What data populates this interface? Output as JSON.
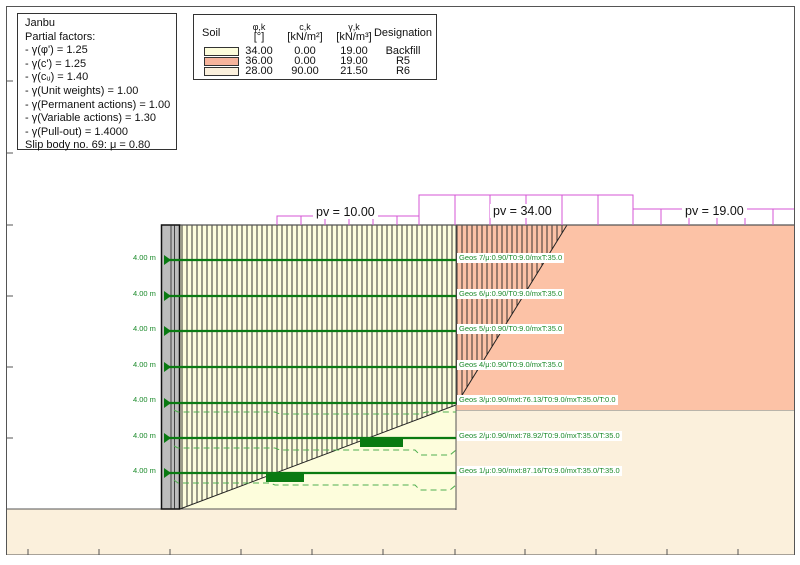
{
  "method_box": {
    "method": "Janbu",
    "heading": "Partial factors:",
    "factors": [
      "- γ(φ') = 1.25",
      "- γ(c') = 1.25",
      "- γ(cᵤ) = 1.40",
      "- γ(Unit weights) = 1.00",
      "- γ(Permanent actions) = 1.00",
      "- γ(Variable actions) = 1.30",
      "- γ(Pull-out) = 1.4000"
    ],
    "slip_body": "Slip body no. 69: μ = 0.80"
  },
  "soil_table": {
    "headers": {
      "soil": "Soil",
      "phi": "φ,k",
      "phi_unit": "[°]",
      "c": "c,k",
      "c_unit": "[kN/m²]",
      "gamma": "γ,k",
      "gamma_unit": "[kN/m³]",
      "designation": "Designation"
    },
    "rows": [
      {
        "color": "#fdfddc",
        "phi": "34.00",
        "c": "0.00",
        "gamma": "19.00",
        "designation": "Backfill"
      },
      {
        "color": "#f7b49c",
        "phi": "36.00",
        "c": "0.00",
        "gamma": "19.00",
        "designation": "R5"
      },
      {
        "color": "#fbf0dc",
        "phi": "28.00",
        "c": "90.00",
        "gamma": "21.50",
        "designation": "R6"
      }
    ]
  },
  "surcharges": [
    {
      "label": "pv = 10.00"
    },
    {
      "label": "pv = 34.00"
    },
    {
      "label": "pv = 19.00"
    }
  ],
  "reinforcements": [
    {
      "length": "4.00 m",
      "label": "Geos 7/μ:0.90/T0:9.0/mxT:35.0"
    },
    {
      "length": "4.00 m",
      "label": "Geos 6/μ:0.90/T0:9.0/mxT:35.0"
    },
    {
      "length": "4.00 m",
      "label": "Geos 5/μ:0.90/T0:9.0/mxT:35.0"
    },
    {
      "length": "4.00 m",
      "label": "Geos 4/μ:0.90/T0:9.0/mxT:35.0"
    },
    {
      "length": "4.00 m",
      "label": "Geos 3/μ:0.90/mxt:76.13/T0:9.0/mxT:35.0/T:0.0"
    },
    {
      "length": "4.00 m",
      "label": "Geos 2/μ:0.90/mxt:78.92/T0:9.0/mxT:35.0/T:35.0"
    },
    {
      "length": "4.00 m",
      "label": "Geos 1/μ:0.90/mxt:87.16/T0:9.0/mxT:35.0/T:35.0"
    }
  ],
  "colors": {
    "backfill": "#fdfddc",
    "r5": "#fcc2a6",
    "r6": "#fbf0dc",
    "wall": "#bdbdbd",
    "reinforcement": "#0a7a12",
    "surcharge": "#d455d4",
    "slip": "#222222"
  }
}
